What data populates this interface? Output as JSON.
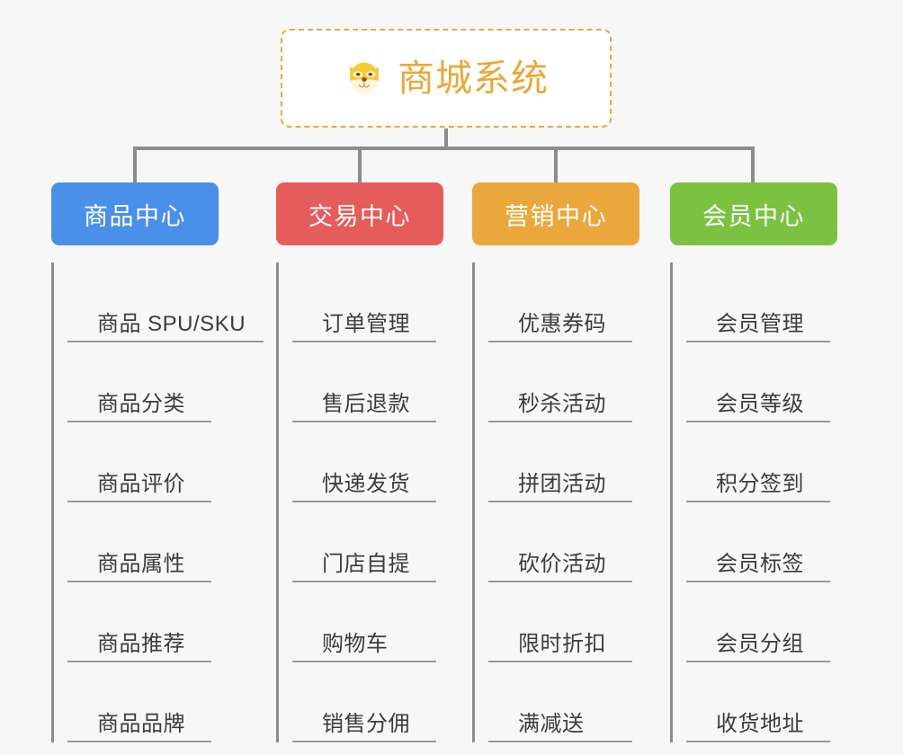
{
  "page": {
    "background_color": "#f7f7f7",
    "line_color": "#8c8c8c",
    "leaf_text_color": "#3c3c3c"
  },
  "root": {
    "icon": "dog-face-emoji",
    "title": "商城系统",
    "title_color": "#e8a93a",
    "border_color": "#e9a93c",
    "border_style": "dashed"
  },
  "columns": [
    {
      "id": "product-center",
      "label": "商品中心",
      "color": "#4a90e8",
      "items": [
        {
          "label": "商品 SPU/SKU",
          "width": "wide"
        },
        {
          "label": "商品分类",
          "width": "narrow"
        },
        {
          "label": "商品评价",
          "width": "narrow"
        },
        {
          "label": "商品属性",
          "width": "narrow"
        },
        {
          "label": "商品推荐",
          "width": "narrow"
        },
        {
          "label": "商品品牌",
          "width": "narrow"
        }
      ]
    },
    {
      "id": "trade-center",
      "label": "交易中心",
      "color": "#e55c5c",
      "items": [
        {
          "label": "订单管理",
          "width": "narrow"
        },
        {
          "label": "售后退款",
          "width": "narrow"
        },
        {
          "label": "快递发货",
          "width": "narrow"
        },
        {
          "label": "门店自提",
          "width": "narrow"
        },
        {
          "label": "购物车",
          "width": "narrow"
        },
        {
          "label": "销售分佣",
          "width": "narrow"
        }
      ]
    },
    {
      "id": "marketing-center",
      "label": "营销中心",
      "color": "#eaa83c",
      "items": [
        {
          "label": "优惠券码",
          "width": "narrow"
        },
        {
          "label": "秒杀活动",
          "width": "narrow"
        },
        {
          "label": "拼团活动",
          "width": "narrow"
        },
        {
          "label": "砍价活动",
          "width": "narrow"
        },
        {
          "label": "限时折扣",
          "width": "narrow"
        },
        {
          "label": "满减送",
          "width": "narrow"
        }
      ]
    },
    {
      "id": "member-center",
      "label": "会员中心",
      "color": "#7cc242",
      "items": [
        {
          "label": "会员管理",
          "width": "narrow"
        },
        {
          "label": "会员等级",
          "width": "narrow"
        },
        {
          "label": "积分签到",
          "width": "narrow"
        },
        {
          "label": "会员标签",
          "width": "narrow"
        },
        {
          "label": "会员分组",
          "width": "narrow"
        },
        {
          "label": "收货地址",
          "width": "narrow"
        }
      ]
    }
  ]
}
